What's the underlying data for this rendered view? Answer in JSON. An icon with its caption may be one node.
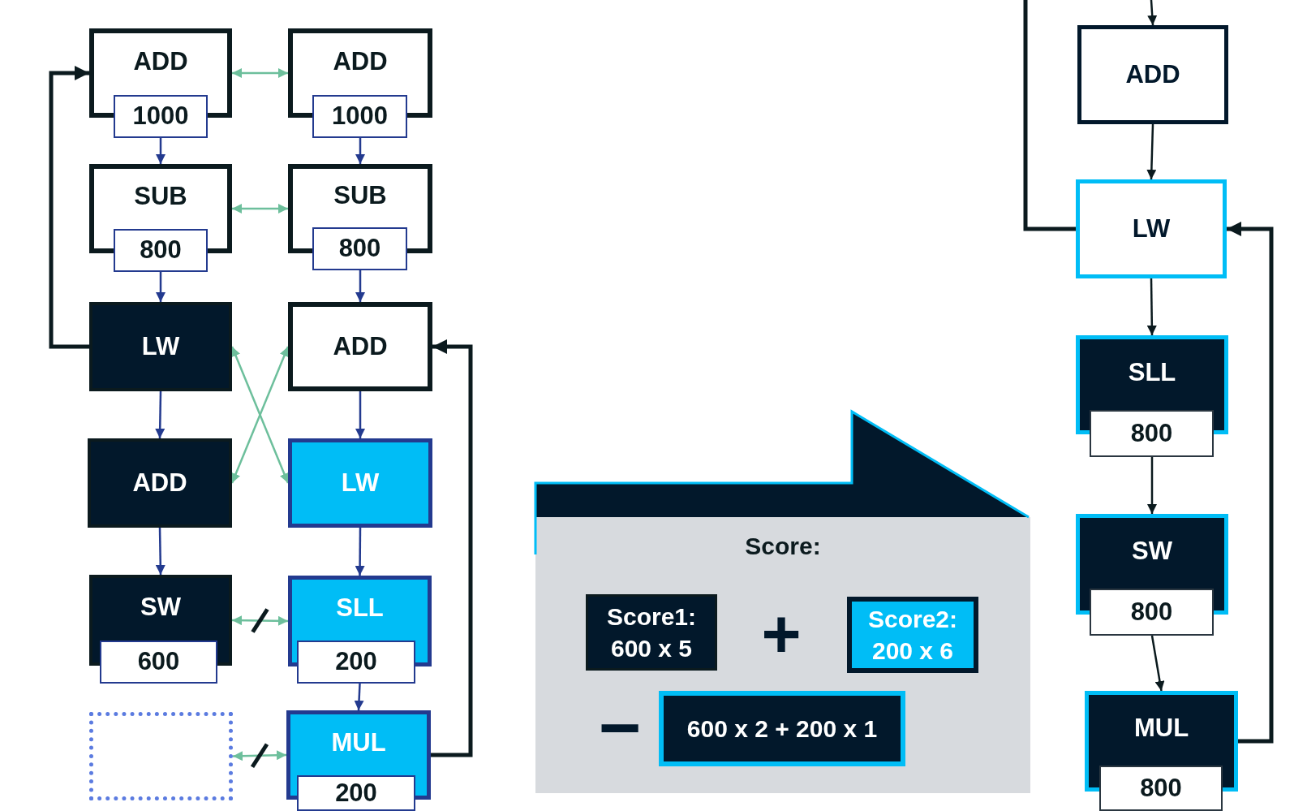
{
  "diagram": {
    "nodes": [
      {
        "text": [
          "ADD",
          "1000"
        ]
      },
      {
        "text": [
          "SUB",
          "800"
        ]
      },
      {
        "text": [
          "LW"
        ]
      },
      {
        "text": [
          "ADD"
        ]
      },
      {
        "text": [
          "SW",
          "600"
        ]
      },
      {
        "text": [],
        "shape": "box"
      },
      {
        "text": [
          "ADD",
          "1000"
        ]
      },
      {
        "text": [
          "SUB",
          "800"
        ]
      },
      {
        "text": [
          "ADD"
        ]
      },
      {
        "text": [
          "LW"
        ]
      },
      {
        "text": [
          "SLL",
          "200"
        ]
      },
      {
        "text": [
          "MUL",
          "200"
        ]
      },
      {
        "text": [
          "Score:"
        ]
      },
      {
        "text": [
          "Score1: 600 x 5"
        ],
        "in": 12
      },
      {
        "text": [
          "Score2: 200 x 6"
        ],
        "in": 12
      },
      {
        "text": [
          "600 x 2 + 200 x 1"
        ],
        "in": 12
      },
      {
        "text": [
          "ADD"
        ]
      },
      {
        "text": [
          "LW"
        ]
      },
      {
        "text": [
          "SLL",
          "800"
        ]
      },
      {
        "text": [
          "SW",
          "800"
        ]
      },
      {
        "text": [
          "MUL",
          "800"
        ]
      }
    ],
    "edges": [
      {
        "from": 0,
        "to": 1,
        "arrow": "to",
        "color": "#233a8f"
      },
      {
        "from": 0,
        "to": 6,
        "arrow": "both",
        "color": "#6dbf9c"
      },
      {
        "from": 1,
        "to": 7,
        "arrow": "both",
        "color": "#6dbf9c"
      },
      {
        "from": 1,
        "to": 2,
        "arrow": "to",
        "color": "#233a8f"
      },
      {
        "from": 2,
        "to": 0,
        "arrow": "to",
        "style": "thick",
        "color": "#0b1a1e"
      },
      {
        "from": 2,
        "to": 3,
        "arrow": "to",
        "color": "#233a8f"
      },
      {
        "from": 3,
        "to": 4,
        "arrow": "to",
        "color": "#233a8f"
      },
      {
        "from": 2,
        "to": 9,
        "arrow": "both",
        "color": "#6dbf9c"
      },
      {
        "from": 8,
        "to": 3,
        "arrow": "both",
        "color": "#6dbf9c"
      },
      {
        "from": 4,
        "to": 10,
        "arrow": "both",
        "color": "#6dbf9c"
      },
      {
        "from": 5,
        "to": 11,
        "arrow": "both",
        "color": "#6dbf9c"
      },
      {
        "from": 6,
        "to": 7,
        "arrow": "to",
        "color": "#233a8f"
      },
      {
        "from": 7,
        "to": 8,
        "arrow": "to",
        "color": "#233a8f"
      },
      {
        "from": 8,
        "to": 9,
        "arrow": "to",
        "color": "#233a8f"
      },
      {
        "from": 9,
        "to": 10,
        "arrow": "to",
        "color": "#233a8f"
      },
      {
        "from": 10,
        "to": 11,
        "arrow": "to",
        "color": "#233a8f"
      },
      {
        "from": 11,
        "to": 8,
        "arrow": "to",
        "style": "thick",
        "color": "#0b1a1e"
      },
      {
        "from": null,
        "to": 16,
        "arrow": "to",
        "color": "#0b1a1e"
      },
      {
        "from": 16,
        "to": 17,
        "arrow": "to",
        "color": "#0b1a1e"
      },
      {
        "from": null,
        "to": 17,
        "arrow": "none",
        "style": "thick",
        "color": "#0b1a1e"
      },
      {
        "from": 17,
        "to": 18,
        "arrow": "to",
        "color": "#0b1a1e"
      },
      {
        "from": 18,
        "to": 19,
        "arrow": "to",
        "color": "#0b1a1e"
      },
      {
        "from": 19,
        "to": 20,
        "arrow": "to",
        "color": "#0b1a1e"
      },
      {
        "from": 20,
        "to": 17,
        "arrow": "to",
        "style": "thick",
        "color": "#0b1a1e"
      }
    ],
    "labels": [
      "+",
      "−"
    ]
  }
}
